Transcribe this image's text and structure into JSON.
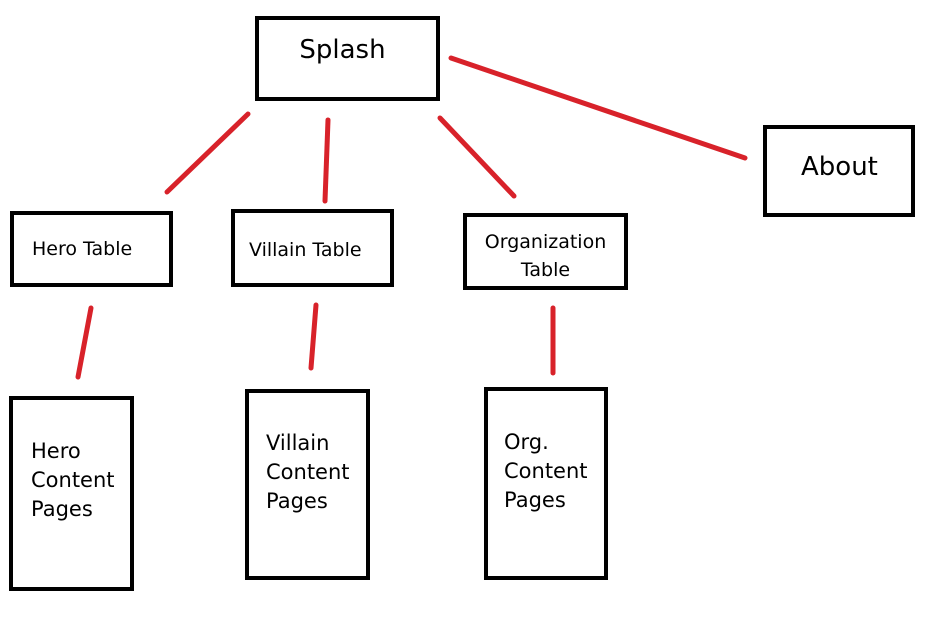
{
  "diagram": {
    "line_color": "#d8222a",
    "border_color": "#000000",
    "nodes": {
      "splash": {
        "label": "Splash"
      },
      "about": {
        "label": "About"
      },
      "hero_table": {
        "label": "Hero Table"
      },
      "villain_table": {
        "label": "Villain Table"
      },
      "organization_table": {
        "label": "Organization\nTable"
      },
      "hero_content_pages": {
        "label": "Hero\nContent\nPages"
      },
      "villain_content_pages": {
        "label": "Villain\nContent\nPages"
      },
      "org_content_pages": {
        "label": "Org.\nContent\nPages"
      }
    },
    "edges": [
      {
        "from": "splash",
        "to": "hero_table"
      },
      {
        "from": "splash",
        "to": "villain_table"
      },
      {
        "from": "splash",
        "to": "organization_table"
      },
      {
        "from": "splash",
        "to": "about"
      },
      {
        "from": "hero_table",
        "to": "hero_content_pages"
      },
      {
        "from": "villain_table",
        "to": "villain_content_pages"
      },
      {
        "from": "organization_table",
        "to": "org_content_pages"
      }
    ]
  }
}
